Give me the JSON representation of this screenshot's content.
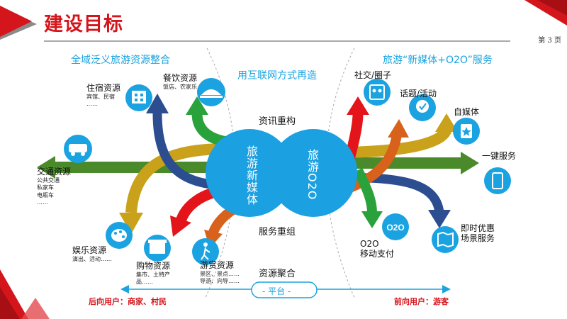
{
  "header": {
    "title": "建设目标",
    "page_number": "第 3 页"
  },
  "sections": {
    "left": "全域泛义旅游资源整合",
    "middle": "用互联网方式再造",
    "right": "旅游“新媒体+O2O”服务"
  },
  "center": {
    "top_label": "资讯重构",
    "bottom_label": "服务重组",
    "circle_left": "旅游新媒体",
    "circle_right": "旅游O2O",
    "resource_label": "资源聚合",
    "platform_label": "- 平台 -"
  },
  "users": {
    "left": "后向用户：商家、村民",
    "right": "前向用户：游客"
  },
  "resources": {
    "lodging": {
      "title": "住宿资源",
      "sub": [
        "宾馆、民宿",
        "……"
      ]
    },
    "food": {
      "title": "餐饮资源",
      "sub": [
        "饭店、农家乐"
      ]
    },
    "transport": {
      "title": "交通资源",
      "sub": [
        "公共交通",
        "私家车",
        "电瓶车",
        "……"
      ]
    },
    "entertainment": {
      "title": "娱乐资源",
      "sub": [
        "演出、活动……"
      ]
    },
    "shopping": {
      "title": "购物资源",
      "sub": [
        "集市、土特产",
        "品……"
      ]
    },
    "sightseeing": {
      "title": "游赏资源",
      "sub": [
        "景区、景点……",
        "导游、向导……"
      ]
    }
  },
  "services": {
    "social": "社交/圈子",
    "topics": "话题/活动",
    "self_media": "自媒体",
    "one_click": "一键服务",
    "o2o_pay": [
      "O2O",
      "移动支付"
    ],
    "offers": [
      "即时优惠",
      "场景服务"
    ]
  },
  "icons": {
    "lodging": "hotel-icon",
    "food": "dish-icon",
    "transport": "car-icon",
    "entertainment": "palette-icon",
    "shopping": "shop-icon",
    "sightseeing": "hiker-icon",
    "social": "people-icon",
    "topics": "chat-icon",
    "self_media": "star-card-icon",
    "one_click": "phone-icon",
    "o2o_pay": "o2o-icon",
    "offers": "map-icon"
  },
  "colors": {
    "brand_red": "#d4151c",
    "accent_blue": "#1aa3e0",
    "arrow_green_dark": "#4a8a2a",
    "arrow_green": "#2aa23b",
    "arrow_navy": "#2c4d8f",
    "arrow_gold": "#c9a11b",
    "arrow_red": "#e3151b",
    "arrow_orange": "#d8621b",
    "arrow_teal": "#1e8f7a"
  }
}
